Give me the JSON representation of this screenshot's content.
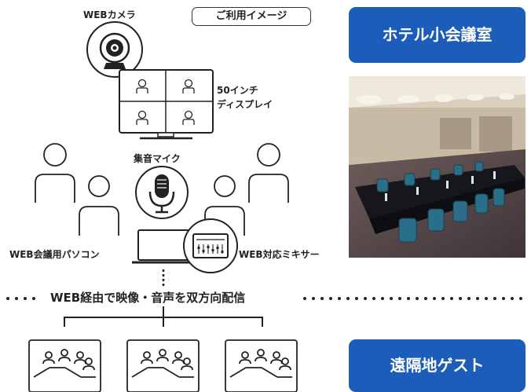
{
  "usage_badge": "ご利用イメージ",
  "labels": {
    "webcam": "WEBカメラ",
    "display_line1": "50インチ",
    "display_line2": "ディスプレイ",
    "mic": "集音マイク",
    "pc": "WEB会議用パソコン",
    "mixer": "WEB対応ミキサー"
  },
  "flow_text": "WEB経由で映像・音声を双方向配信",
  "banners": {
    "hotel": "ホテル小会議室",
    "remote": "遠隔地ゲスト"
  },
  "colors": {
    "banner": "#1b5db8",
    "line": "#222222"
  }
}
